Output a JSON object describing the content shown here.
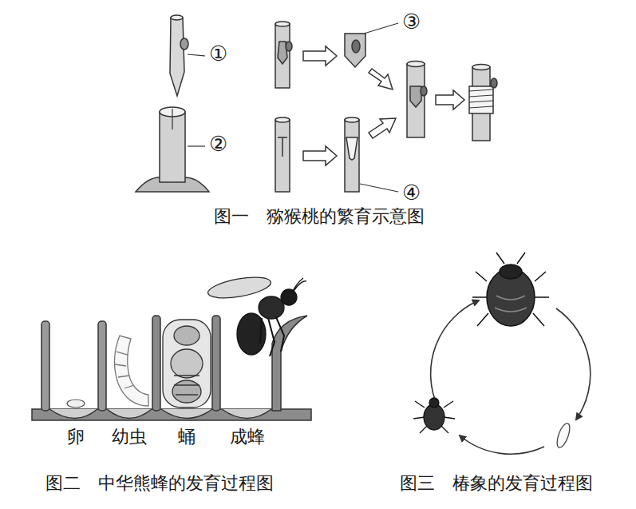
{
  "diagram": {
    "labels": [
      "①",
      "②",
      "③",
      "④",
      "图一　猕猴桃的繁育示意图",
      "卵",
      "幼虫",
      "蛹",
      "成蜂",
      "图二　中华熊蜂的发育过程图",
      "图三　椿象的发育过程图"
    ]
  }
}
